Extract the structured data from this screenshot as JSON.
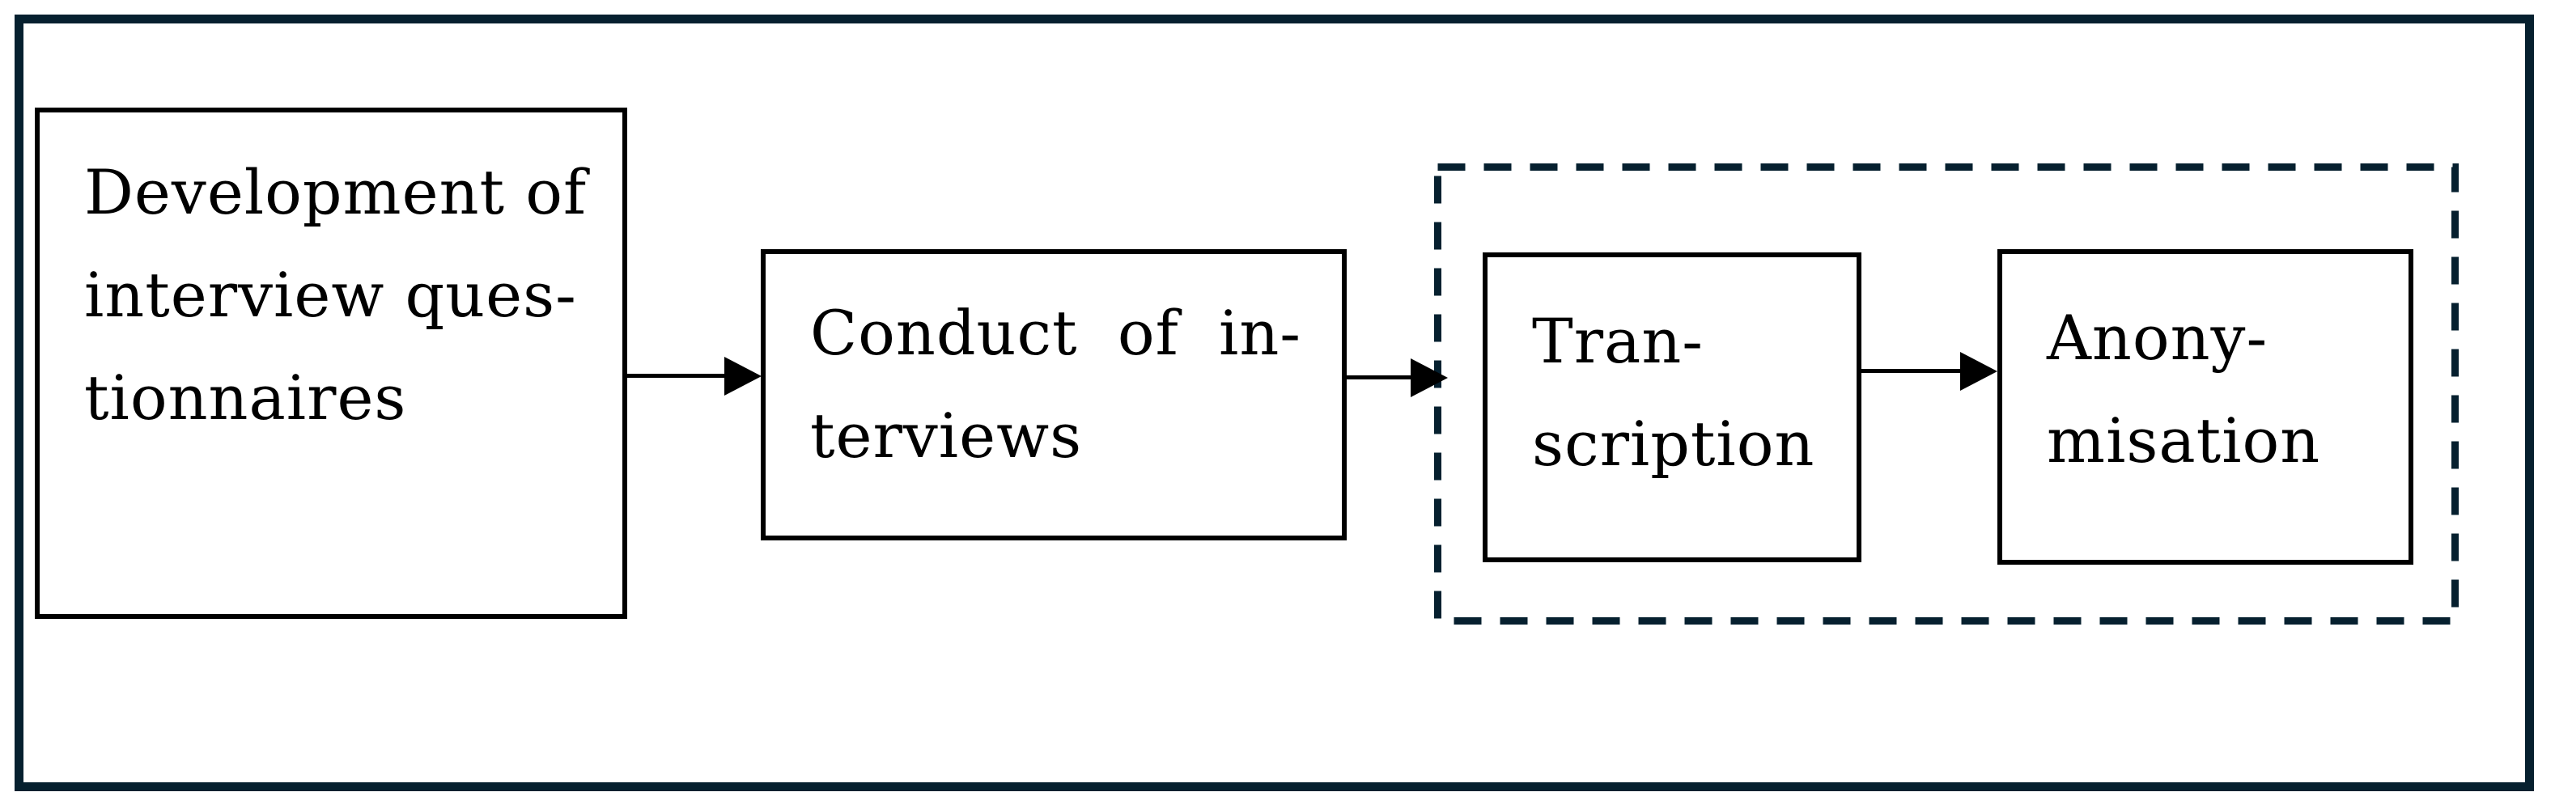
{
  "diagram": {
    "type": "flowchart",
    "boxes": [
      {
        "id": "development",
        "lines": [
          "Development of",
          "interview ques-",
          "tionnaires"
        ]
      },
      {
        "id": "conduct",
        "lines": [
          "Conduct of in-",
          "terviews"
        ]
      },
      {
        "id": "transcription",
        "lines": [
          "Tran-",
          "scription"
        ]
      },
      {
        "id": "anonymisation",
        "lines": [
          "Anony-",
          "misation"
        ]
      }
    ],
    "arrows": [
      {
        "from": "development",
        "to": "conduct"
      },
      {
        "from": "conduct",
        "to": "transcription"
      },
      {
        "from": "transcription",
        "to": "anonymisation"
      }
    ],
    "dashed_group": {
      "contains": [
        "transcription",
        "anonymisation"
      ],
      "border_style": "dashed"
    }
  },
  "colors": {
    "frame": "#06202f",
    "box-border": "#000000",
    "text": "#000000",
    "background": "#ffffff"
  }
}
